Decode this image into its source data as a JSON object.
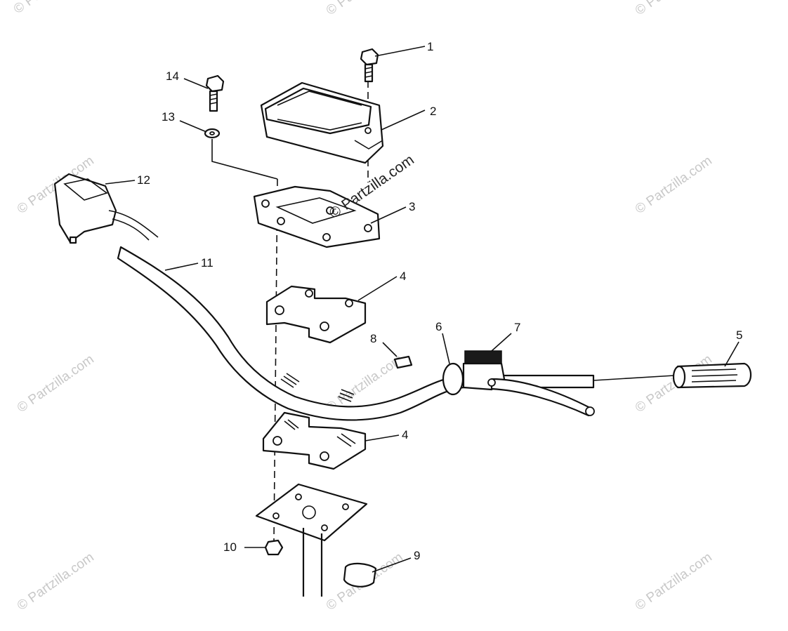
{
  "watermark": "© Partzilla.com",
  "callouts": [
    "1",
    "2",
    "3",
    "4",
    "4",
    "5",
    "6",
    "7",
    "8",
    "9",
    "10",
    "11",
    "12",
    "13",
    "14"
  ],
  "colors": {
    "ink": "#111111",
    "watermark": "#c8c8c8",
    "background": "#ffffff"
  }
}
